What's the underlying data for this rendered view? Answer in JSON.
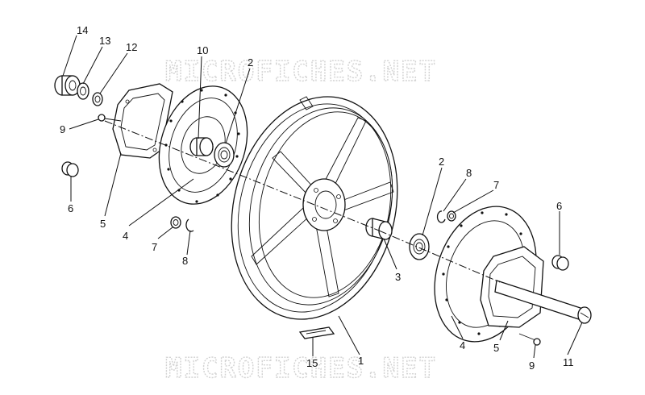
{
  "diagram": {
    "watermark": "MICROFICHES.NET",
    "callouts": {
      "c14": "14",
      "c13": "13",
      "c12": "12",
      "c10": "10",
      "c2a": "2",
      "c9a": "9",
      "c6a": "6",
      "c5a": "5",
      "c4a": "4",
      "c7a": "7",
      "c8a": "8",
      "c2b": "2",
      "c8b": "8",
      "c7b": "7",
      "c6b": "6",
      "c3": "3",
      "c1": "1",
      "c15": "15",
      "c4b": "4",
      "c5b": "5",
      "c9b": "9",
      "c11": "11"
    }
  }
}
